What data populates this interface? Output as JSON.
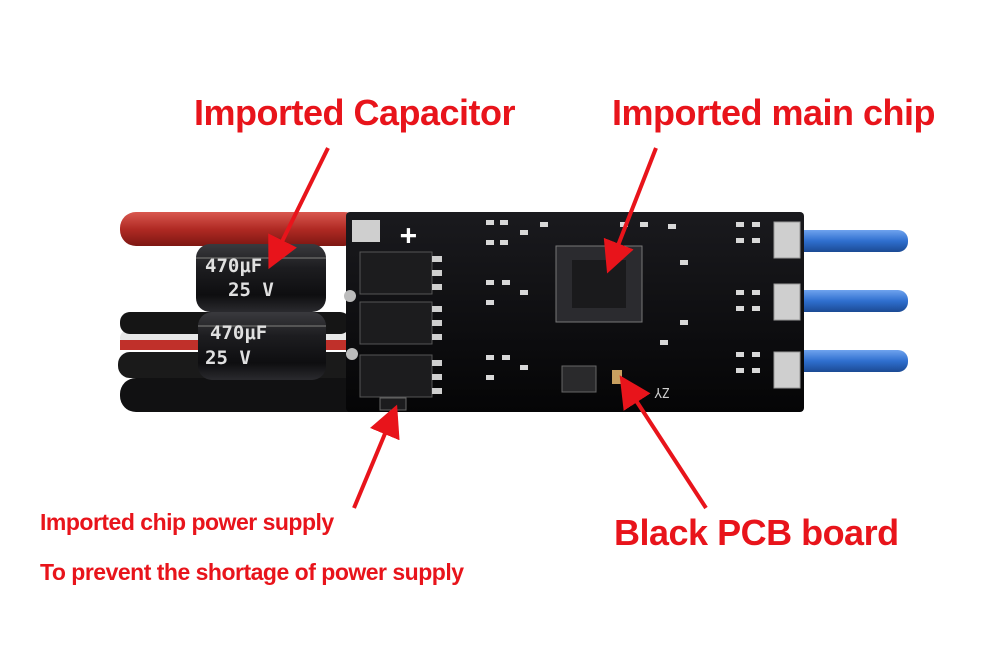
{
  "labels": {
    "capacitor": "Imported Capacitor",
    "main_chip": "Imported main chip",
    "pcb": "Black PCB board",
    "power_line1": "Imported chip power supply",
    "power_line2": "To prevent the shortage of power supply"
  },
  "capacitor_markings": {
    "top": "470μF",
    "top_voltage": "25 V",
    "bottom": "470μF",
    "bottom_voltage": "25 V"
  },
  "board_markings": {
    "plus": "+",
    "silk": "ZY"
  },
  "colors": {
    "annotation": "#e8141b",
    "pcb": "#0c0c0e",
    "wire_red": "#b8322c",
    "wire_black": "#141414",
    "wire_blue": "#2f6fcf",
    "capacitor": "#1a1a1c",
    "pad": "#c9c9c9"
  }
}
